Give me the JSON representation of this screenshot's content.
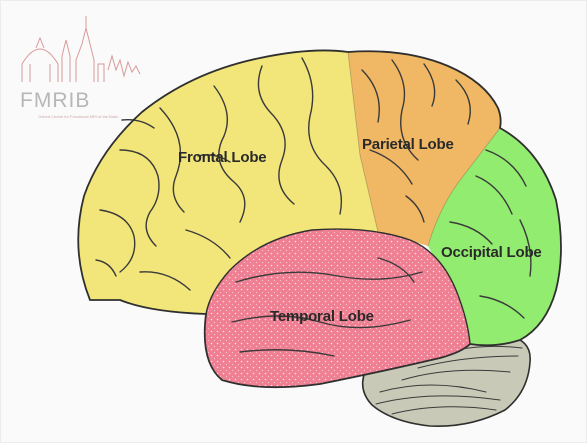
{
  "logo": {
    "text": "FMRIB",
    "subtitle": "Oxford Centre for Functional MRI of the Brain"
  },
  "lobes": {
    "frontal": {
      "label": "Frontal Lobe",
      "color": "#f2e67a"
    },
    "parietal": {
      "label": "Parietal Lobe",
      "color": "#f0b865"
    },
    "occipital": {
      "label": "Occipital Lobe",
      "color": "#92ec6f"
    },
    "temporal": {
      "label": "Temporal Lobe",
      "color": "#ef7f93"
    },
    "cerebellum": {
      "color": "#c9c9b8"
    }
  },
  "colors": {
    "outline": "#2f2f2f",
    "logo_red": "#d79a9a",
    "logo_gray": "#b7b7b7"
  }
}
